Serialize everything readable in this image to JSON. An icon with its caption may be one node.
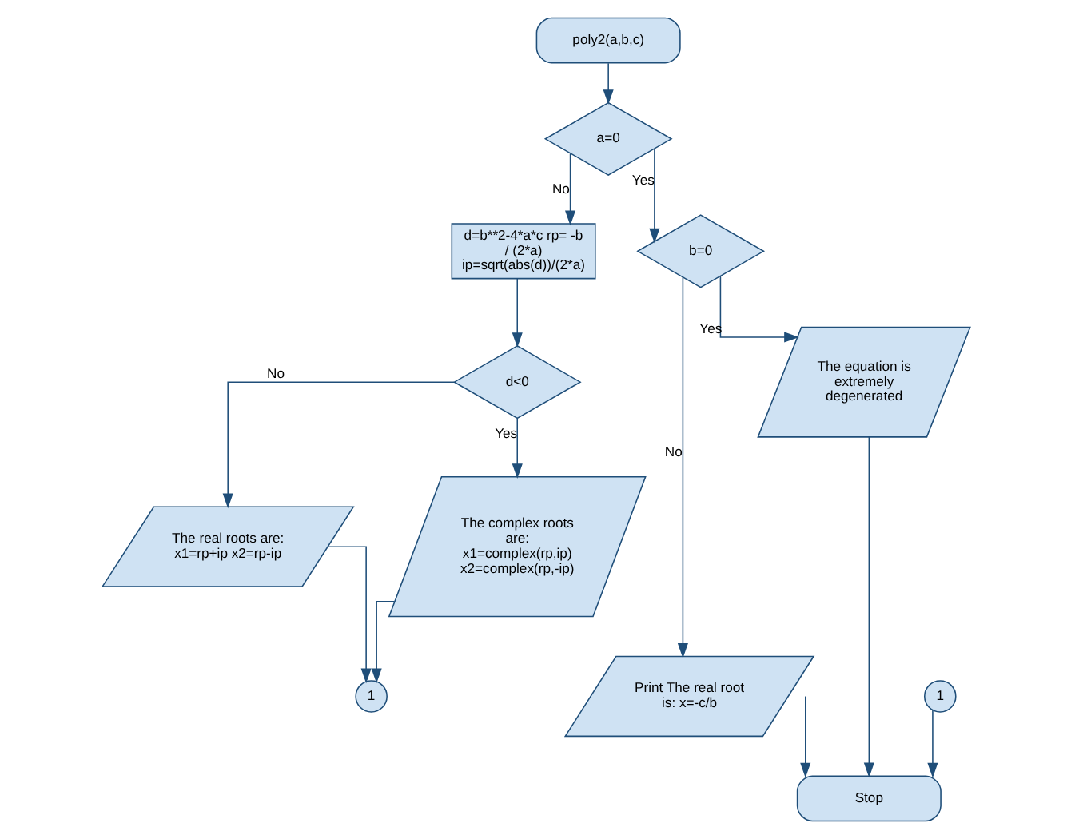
{
  "diagram": {
    "nodes": [
      {
        "text": [
          "poly2(a,b,c)"
        ]
      },
      {
        "text": [
          "a=0"
        ]
      },
      {
        "text": [
          "d=b**2-4*a*c rp= -b / (2*a) ip=sqrt(abs(d))/(2*a)"
        ]
      },
      {
        "text": [
          "b=0"
        ]
      },
      {
        "text": [
          "Print The real root is: x=-c/b"
        ]
      },
      {
        "text": [
          "The equation is extremely degenerated"
        ]
      },
      {
        "text": [
          "d<0"
        ]
      },
      {
        "text": [
          "The real roots are: x1=rp+ip x2=rp-ip"
        ]
      },
      {
        "text": [
          "The complex roots are: x1=complex(rp,ip) x2=complex(rp,-ip)"
        ]
      },
      {
        "text": [
          "1"
        ]
      },
      {
        "text": [
          "1"
        ]
      },
      {
        "text": [
          "Stop"
        ]
      }
    ],
    "edges": [
      {
        "from": 0,
        "to": 1,
        "arrow": "to"
      },
      {
        "from": 1,
        "to": 2,
        "arrow": "to",
        "label": "No"
      },
      {
        "from": 1,
        "to": 3,
        "arrow": "to",
        "label": "Yes"
      },
      {
        "from": 3,
        "to": 4,
        "arrow": "to",
        "label": "No"
      },
      {
        "from": 3,
        "to": 5,
        "arrow": "to",
        "label": "Yes"
      },
      {
        "from": 2,
        "to": 6,
        "arrow": "to"
      },
      {
        "from": 6,
        "to": 7,
        "arrow": "to",
        "label": "No"
      },
      {
        "from": 6,
        "to": 8,
        "arrow": "to",
        "label": "Yes"
      },
      {
        "from": 7,
        "to": 9,
        "arrow": "to"
      },
      {
        "from": 8,
        "to": 9,
        "arrow": "to"
      },
      {
        "from": 4,
        "to": 11,
        "arrow": "to"
      },
      {
        "from": 5,
        "to": 11,
        "arrow": "to"
      },
      {
        "from": 10,
        "to": 11,
        "arrow": "to"
      }
    ]
  }
}
